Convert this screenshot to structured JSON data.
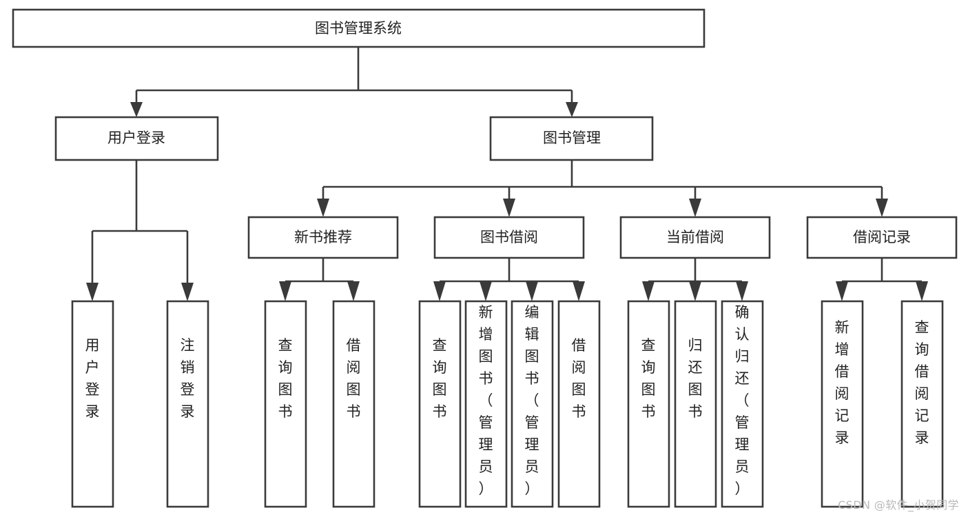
{
  "diagram": {
    "title": "图书管理系统",
    "type": "tree",
    "watermark": "CSDN @软件_小贺同学",
    "colors": {
      "box_fill": "#ffffff",
      "box_stroke": "#3a3a3a",
      "connector": "#3a3a3a",
      "text": "#222222",
      "watermark": "#b9b9b9"
    },
    "nodes": {
      "root": {
        "label": "图书管理系统"
      },
      "level2": [
        {
          "id": "user-login",
          "label": "用户登录"
        },
        {
          "id": "book-management",
          "label": "图书管理"
        }
      ],
      "level3": [
        {
          "id": "new-book-recommend",
          "label": "新书推荐"
        },
        {
          "id": "book-borrow",
          "label": "图书借阅"
        },
        {
          "id": "current-borrow",
          "label": "当前借阅"
        },
        {
          "id": "borrow-record",
          "label": "借阅记录"
        }
      ],
      "leaves": {
        "user-login": [
          {
            "id": "leaf-user-login",
            "label": "用户登录"
          },
          {
            "id": "leaf-logout-login",
            "label": "注销登录"
          }
        ],
        "new-book-recommend": [
          {
            "id": "leaf-query-book-1",
            "label": "查询图书"
          },
          {
            "id": "leaf-borrow-book-1",
            "label": "借阅图书"
          }
        ],
        "book-borrow": [
          {
            "id": "leaf-query-book-2",
            "label": "查询图书"
          },
          {
            "id": "leaf-add-book-admin",
            "label": "新增图书（管理员）"
          },
          {
            "id": "leaf-edit-book-admin",
            "label": "编辑图书（管理员）"
          },
          {
            "id": "leaf-borrow-book-2",
            "label": "借阅图书"
          }
        ],
        "current-borrow": [
          {
            "id": "leaf-query-book-3",
            "label": "查询图书"
          },
          {
            "id": "leaf-return-book",
            "label": "归还图书"
          },
          {
            "id": "leaf-confirm-return-admin",
            "label": "确认归还（管理员）"
          }
        ],
        "borrow-record": [
          {
            "id": "leaf-add-borrow-record",
            "label": "新增借阅记录"
          },
          {
            "id": "leaf-query-borrow-record",
            "label": "查询借阅记录"
          }
        ]
      }
    }
  }
}
